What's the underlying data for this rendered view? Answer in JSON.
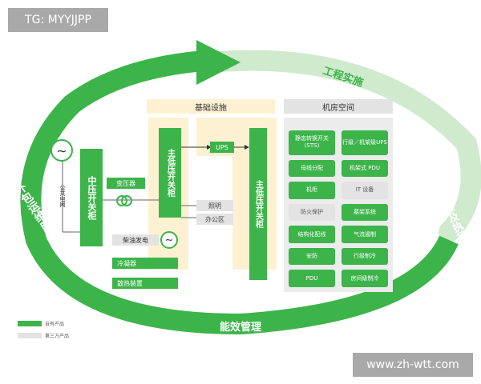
{
  "watermark_top": "TG: MYYJJPP",
  "watermark_bottom": "www.zh-wtt.com",
  "ring": {
    "left_label": "外包运维服务",
    "top_right_label": "工程实施",
    "right_label": "项目管理及执行",
    "bottom_label": "能效管理"
  },
  "sections": {
    "infrastructure": "基础设施",
    "room_space": "机房空间"
  },
  "nodes": {
    "public_grid": "公共电网",
    "mv_switchgear": "中压开关柜",
    "transformer": "变压器",
    "main_lv_cabinet_1": "主低压开关柜",
    "main_lv_cabinet_2": "主低压开关柜",
    "ups": "UPS",
    "lighting": "照明",
    "office": "办公区",
    "diesel_gen": "柴油发电",
    "condenser": "冷凝器",
    "cooling_device": "散热装置"
  },
  "room_cells": [
    {
      "label": "静态转换开关(STS)",
      "kind": "own"
    },
    {
      "label": "行级／机架级UPS",
      "kind": "own"
    },
    {
      "label": "母线分配",
      "kind": "own"
    },
    {
      "label": "机架式 PDU",
      "kind": "own"
    },
    {
      "label": "机柜",
      "kind": "own"
    },
    {
      "label": "IT 设备",
      "kind": "third"
    },
    {
      "label": "防火保护",
      "kind": "third"
    },
    {
      "label": "墓架系统",
      "kind": "own"
    },
    {
      "label": "结构化配线",
      "kind": "own"
    },
    {
      "label": "气流遏制",
      "kind": "own"
    },
    {
      "label": "安防",
      "kind": "own"
    },
    {
      "label": "行级制冷",
      "kind": "own"
    },
    {
      "label": "PDU",
      "kind": "own"
    },
    {
      "label": "房间级制冷",
      "kind": "own"
    }
  ],
  "legend": [
    {
      "label": "自有产品",
      "color": "#3cb44a"
    },
    {
      "label": "第三方产品",
      "color": "#e3e3e3"
    }
  ],
  "colors": {
    "green": "#3cb44a",
    "light_green": "#cfeacd",
    "cream": "#fdf1d2",
    "grey": "#e3e3e3"
  }
}
